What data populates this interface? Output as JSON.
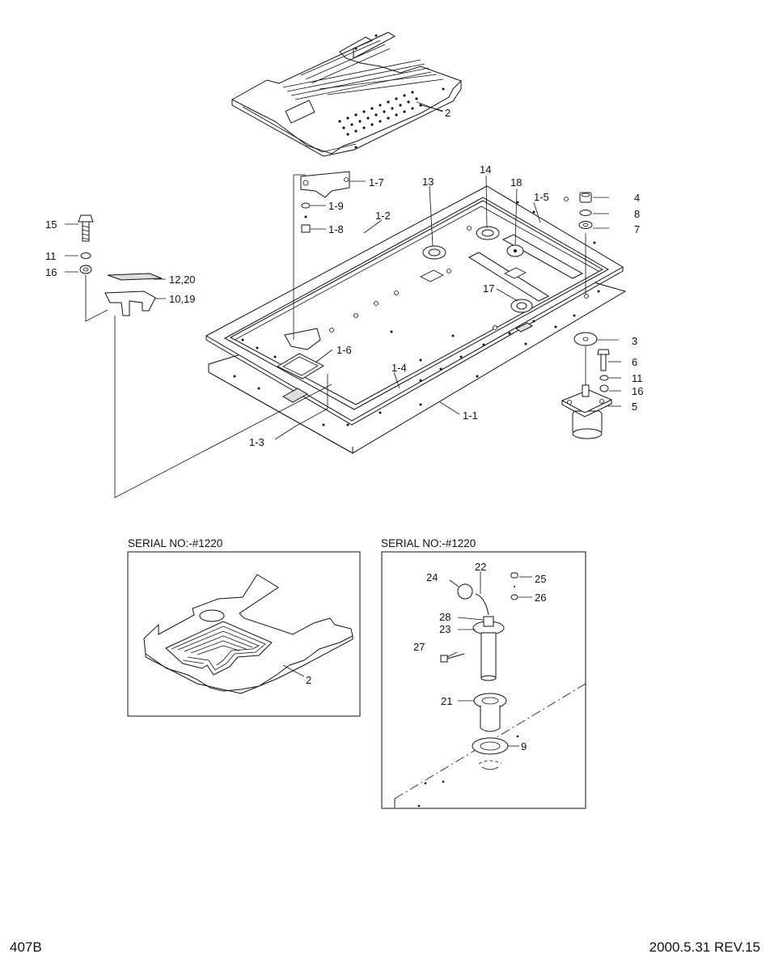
{
  "page": {
    "page_code": "407B",
    "revision": "2000.5.31 REV.15"
  },
  "insets": {
    "left_header": "SERIAL NO:-#1220",
    "right_header": "SERIAL NO:-#1220"
  },
  "callouts": {
    "c2": "2",
    "c1_7": "1-7",
    "c1_9": "1-9",
    "c1_8": "1-8",
    "c1_2": "1-2",
    "c13": "13",
    "c14": "14",
    "c18": "18",
    "c1_5": "1-5",
    "c4": "4",
    "c8": "8",
    "c7": "7",
    "c15": "15",
    "c11a": "11",
    "c16a": "16",
    "c12_20": "12,20",
    "c10_19": "10,19",
    "c17": "17",
    "c3": "3",
    "c1_6": "1-6",
    "c6": "6",
    "c11b": "11",
    "c16b": "16",
    "c5": "5",
    "c1_4": "1-4",
    "c1_1": "1-1",
    "c1_3": "1-3",
    "c2_inset": "2",
    "c22": "22",
    "c24": "24",
    "c25": "25",
    "c26": "26",
    "c28": "28",
    "c23": "23",
    "c27": "27",
    "c21": "21",
    "c9": "9"
  }
}
